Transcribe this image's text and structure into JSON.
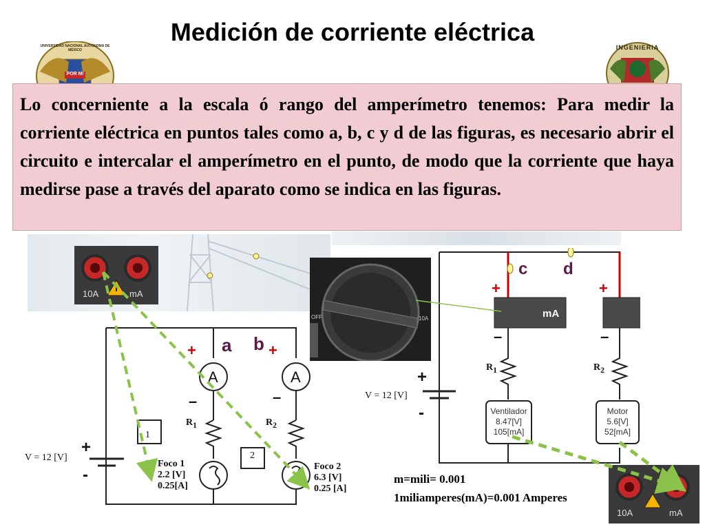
{
  "title": "Medición de corriente eléctrica",
  "logos": {
    "left_text": "UNIVERSIDAD NACIONAL AUTÓNOMA DE MÉXICO",
    "left_motto": "POR MI",
    "right_text": "INGENIERIA"
  },
  "description": "Lo concerniente a la escala ó rango del amperímetro tenemos: Para medir la corriente eléctrica en puntos tales como a, b, c y d de las figuras, es necesario abrir el circuito e intercalar el amperímetro en el punto, de modo que la corriente que haya medirse pase a través del aparato como se indica en las figuras.",
  "multimeter": {
    "jack_10a": "10A",
    "jack_ma": "mA",
    "dial_off": "OFF",
    "dial_10a": "10A"
  },
  "circuit_left": {
    "point_a": "a",
    "point_b": "b",
    "plus": "+",
    "minus": "–",
    "ammeter": "A",
    "r1": "R",
    "r1_sub": "1",
    "r2": "R",
    "r2_sub": "2",
    "box1": "1",
    "box2": "2",
    "voltage": "V = 12 [V]",
    "bat_plus": "+",
    "bat_minus": "-",
    "foco1": [
      "Foco 1",
      "2.2 [V]",
      "0.25[A]"
    ],
    "foco2": [
      "Foco 2",
      "6.3 [V]",
      "0.25 [A]"
    ]
  },
  "circuit_right": {
    "point_c": "c",
    "point_d": "d",
    "plus": "+",
    "minus": "–",
    "meter_label": "mA",
    "r1": "R",
    "r1_sub": "1",
    "r2": "R",
    "r2_sub": "2",
    "voltage": "V = 12 [V]",
    "bat_plus": "+",
    "bat_minus": "-",
    "ventilador": [
      "Ventilador",
      "8.47[V]",
      "105[mA]"
    ],
    "motor": [
      "Motor",
      "5.6[V]",
      "52[mA]"
    ]
  },
  "notes": {
    "line1": "m=mili= 0.001",
    "line2": "1miliamperes(mA)=0.001 Amperes"
  },
  "colors": {
    "box_fill": "#f2ccd3",
    "wire_red": "#cc0000",
    "arrow_green": "#8bc34a",
    "point_label": "#5a1a4a"
  }
}
